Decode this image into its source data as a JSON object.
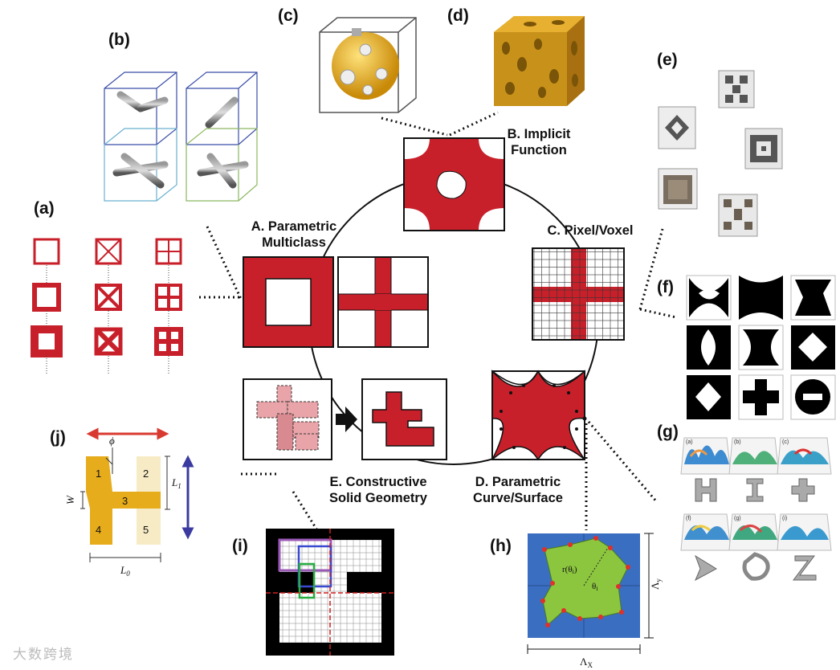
{
  "panel_labels": {
    "a": "(a)",
    "b": "(b)",
    "c": "(c)",
    "d": "(d)",
    "e": "(e)",
    "f": "(f)",
    "g": "(g)",
    "h": "(h)",
    "i": "(i)",
    "j": "(j)"
  },
  "categories": {
    "A": [
      "A. Parametric",
      "Multiclass"
    ],
    "B": [
      "B. Implicit",
      "Function"
    ],
    "C": [
      "C. Pixel/Voxel"
    ],
    "D": [
      "D. Parametric",
      "Curve/Surface"
    ],
    "E": [
      "E. Constructive",
      "Solid Geometry"
    ]
  },
  "panel_j": {
    "segments": [
      "1",
      "2",
      "3",
      "4",
      "5"
    ],
    "phi": "ϕ",
    "W": "W",
    "L1": "L",
    "L1_sub": "1",
    "L0": "L",
    "L0_sub": "0"
  },
  "panel_h": {
    "radius_label": "r(θ",
    "radius_label_sub": "i",
    "radius_label_end": ")",
    "theta": "θ",
    "theta_sub": "i",
    "lambda_x": "Λ",
    "lambda_x_sub": "X",
    "lambda_y": "Λ",
    "lambda_y_sub": "y"
  },
  "panel_g": {
    "sub_labels": [
      "(a)",
      "(b)",
      "(c)",
      "(f)",
      "(g)",
      "(i)"
    ]
  },
  "watermark": "大数跨境",
  "colors": {
    "red": "#c8202a",
    "pink": "#e8a4a8",
    "gold": "#e6ac1c",
    "teal_blue": "#2e5fb5",
    "green_fill": "#8cc63f",
    "blue_bg": "#3a6ec1",
    "arrow_red": "#d93a30",
    "arrow_blue": "#3a3aa0"
  }
}
